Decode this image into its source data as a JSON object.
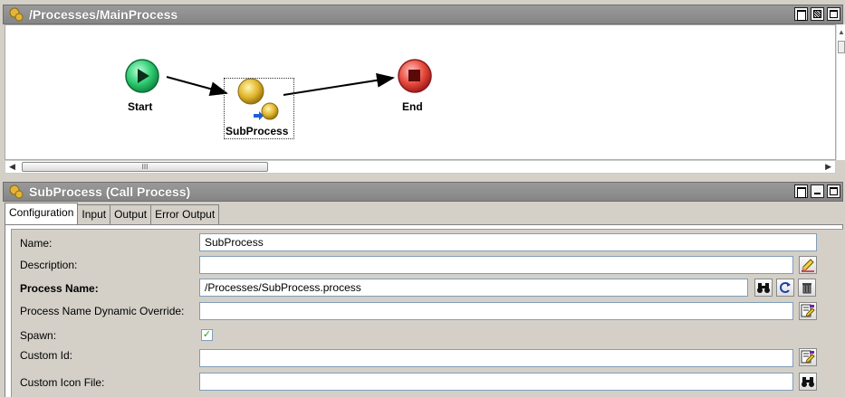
{
  "editor": {
    "title": "/Processes/MainProcess",
    "title_icon": "process-gear-icon",
    "nodes": {
      "start": {
        "label": "Start",
        "icon": "play-icon",
        "color": "#2ecc71"
      },
      "subprocess": {
        "label": "SubProcess",
        "icon": "subprocess-gear-icon",
        "color": "#d4a017"
      },
      "end": {
        "label": "End",
        "icon": "stop-icon",
        "color": "#e74c3c"
      }
    },
    "scrollbar_grip": "III"
  },
  "properties": {
    "title": "SubProcess (Call Process)",
    "title_icon": "process-gear-icon",
    "tabs": [
      {
        "label": "Configuration",
        "active": true
      },
      {
        "label": "Input",
        "active": false
      },
      {
        "label": "Output",
        "active": false
      },
      {
        "label": "Error Output",
        "active": false
      }
    ],
    "fields": {
      "name": {
        "label": "Name:",
        "value": "SubProcess"
      },
      "description": {
        "label": "Description:",
        "value": ""
      },
      "process_name": {
        "label": "Process Name:",
        "value": "/Processes/SubProcess.process"
      },
      "process_override": {
        "label": "Process Name Dynamic Override:",
        "value": ""
      },
      "spawn": {
        "label": "Spawn:",
        "checked": true,
        "mark": "✓"
      },
      "custom_id": {
        "label": "Custom Id:",
        "value": ""
      },
      "custom_icon": {
        "label": "Custom Icon File:",
        "value": ""
      }
    }
  }
}
